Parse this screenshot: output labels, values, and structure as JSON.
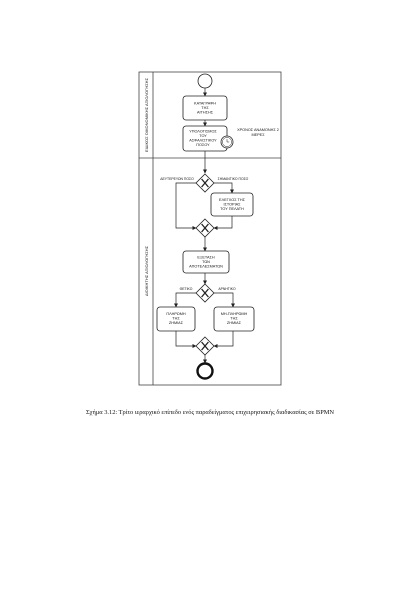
{
  "lanes": [
    {
      "label": "ΕΙΔΙΚΟΣ ΟΙΚΟΝΟΜΙΚΗΣ ΑΞΙΟΛΟΓΗΣΗΣ"
    },
    {
      "label": "ΔΙΟΙΚΗΤΗΣ ΑΞΙΟΛΟΓΗΣΗΣ"
    }
  ],
  "tasks": [
    {
      "lines": [
        "ΚΑΤΑΓΡΑΦΗ",
        "ΤΗΣ",
        "ΑΙΤΗΣΗΣ"
      ]
    },
    {
      "lines": [
        "ΥΠΟΛΟΓΙΣΜΟΣ",
        "ΤΟΥ",
        "ΑΣΦΑΛΙΣΤΙΚΟΥ",
        "ΠΟΣΟΥ"
      ]
    },
    {
      "lines": [
        "ΕΛΕΓΧΟΣ ΤΗΣ",
        "ΙΣΤΟΡΙΑΣ",
        "ΤΟΥ ΠΕΛΑΤΗ"
      ]
    },
    {
      "lines": [
        "ΕΞΕΤΑΣΗ",
        "ΤΩΝ",
        "ΑΠΟΤΕΛΕΣΜΑΤΩΝ"
      ]
    },
    {
      "lines": [
        "ΠΛΗΡΩΜΗ",
        "ΤΗΣ",
        "ΖΗΜΙΑΣ"
      ]
    },
    {
      "lines": [
        "ΜΗ-ΠΛΗΡΩΜΗ",
        "ΤΗΣ",
        "ΖΗΜΙΑΣ"
      ]
    }
  ],
  "timer_label": [
    "ΧΡΟΝΟΣ ΑΝΑΜΟΝΗΣ 2",
    "ΜΕΡΕΣ"
  ],
  "flow_labels": {
    "secondary": "ΔΕΥΤΕΡΕΥΩΝ ΠΟΣΟ",
    "significant": "ΣΗΜΑΝΤΙΚΟ ΠΟΣΟ",
    "positive": "ΘΕΤΙΚΟ",
    "negative": "ΑΡΝΗΤΙΚΟ"
  },
  "caption": "Σχήμα 3.12: Τρίτο ιεραρχικό επίπεδο ενός παραδείγματος επιχειρησιακής διαδικασίας σε BPMN"
}
